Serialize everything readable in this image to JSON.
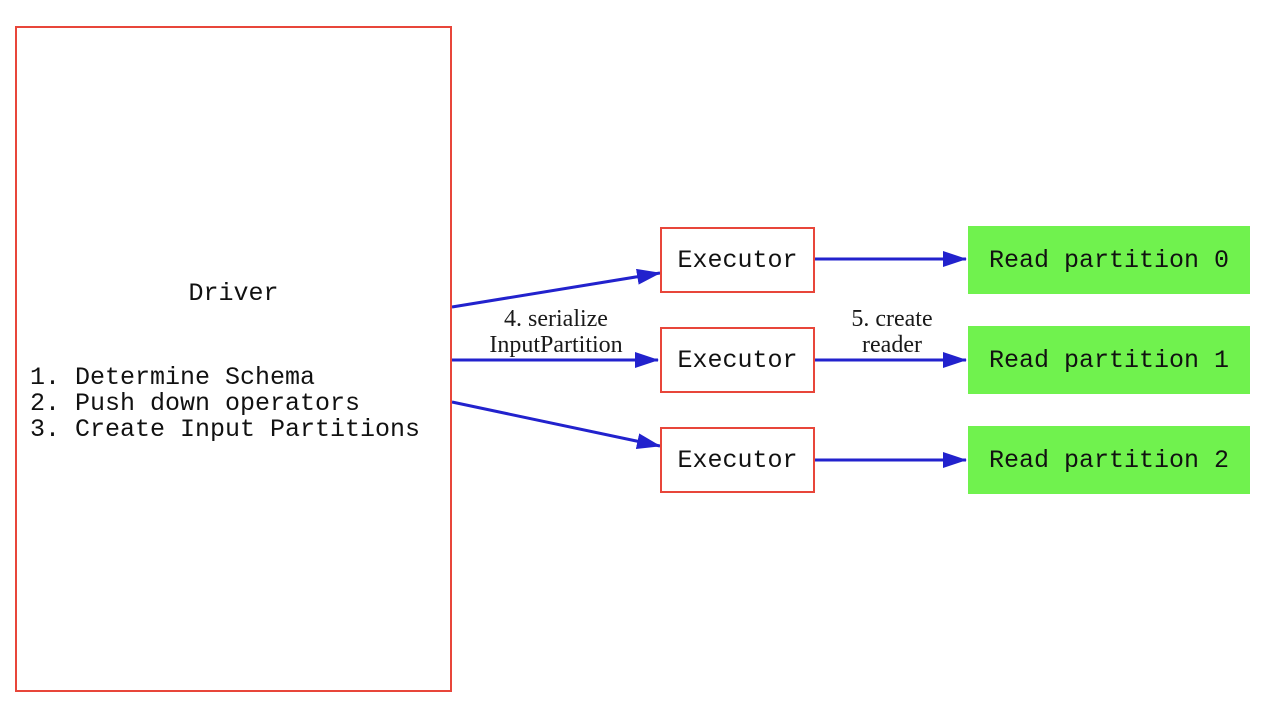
{
  "diagram": {
    "driver": {
      "title": "Driver",
      "steps": [
        "1. Determine Schema",
        "2. Push down operators",
        "3. Create Input Partitions"
      ]
    },
    "executors": [
      {
        "label": "Executor"
      },
      {
        "label": "Executor"
      },
      {
        "label": "Executor"
      }
    ],
    "partitions": [
      {
        "label": "Read partition 0"
      },
      {
        "label": "Read partition 1"
      },
      {
        "label": "Read partition 2"
      }
    ],
    "edge_labels": {
      "serialize": {
        "line1": "4. serialize",
        "line2": "InputPartition"
      },
      "create_reader": {
        "line1": "5. create",
        "line2": "reader"
      }
    },
    "colors": {
      "box-border": "#e8463a",
      "arrow": "#2222cd",
      "partition-fill": "#70f24e"
    }
  }
}
